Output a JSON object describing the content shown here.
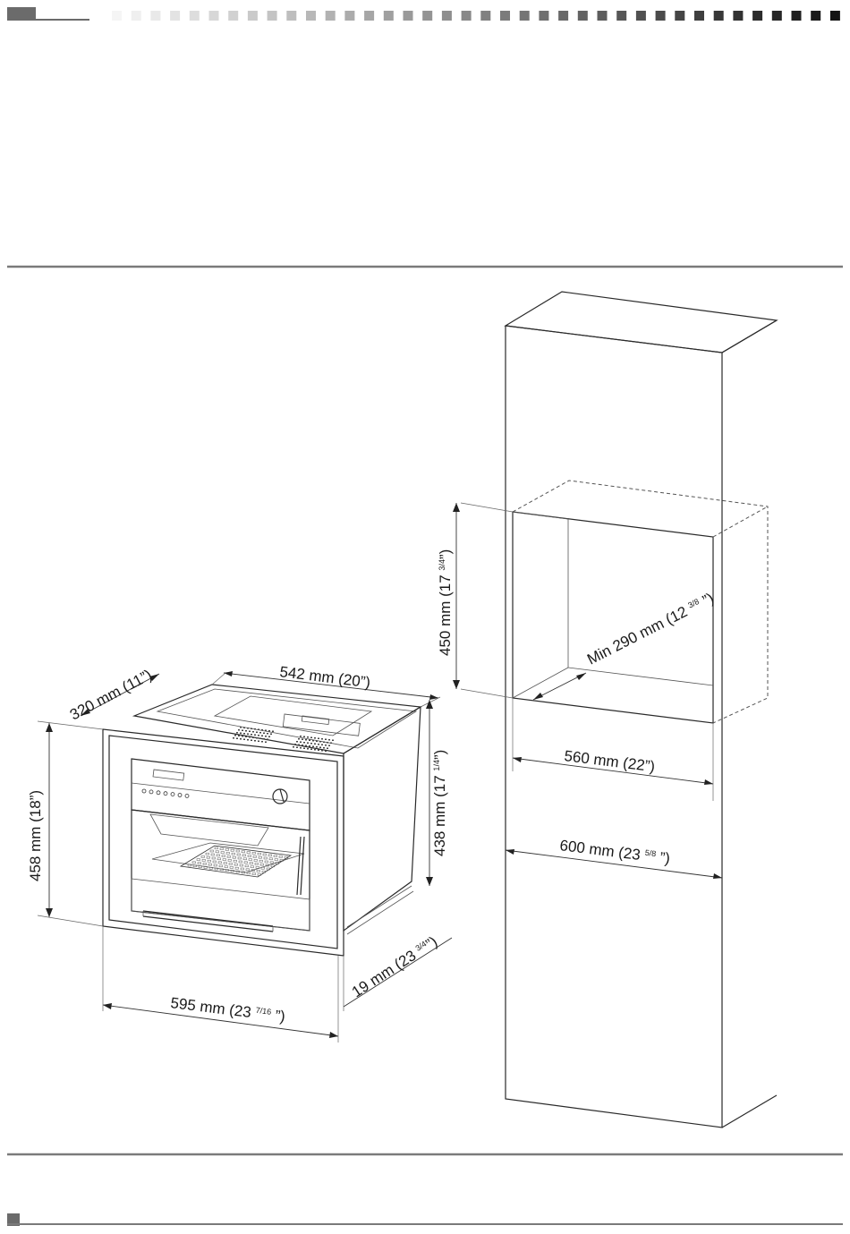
{
  "dimensions": {
    "cabinet_depth": {
      "main": "320 mm (11”)"
    },
    "cabinet_width_top": {
      "main": "542 mm (20”)"
    },
    "front_height": {
      "main": "458 mm (18”)"
    },
    "body_height": {
      "main": "438 mm (17 ",
      "frac": "1/4",
      "tail": "”)"
    },
    "front_width": {
      "main": "595 mm (23 ",
      "frac": "7/16",
      "tail": " ”)"
    },
    "frame_depth": {
      "main": "19 mm (23 ",
      "frac": "3/4",
      "tail": "”)"
    },
    "niche_height": {
      "main": "450 mm (17 ",
      "frac": "3/4",
      "tail": "”)"
    },
    "niche_depth": {
      "main": "Min 290 mm (12 ",
      "frac": "3/8",
      "tail": " ”)"
    },
    "niche_width": {
      "main": "560 mm (22”)"
    },
    "column_width": {
      "main": "600 mm (23 ",
      "frac": "5/8",
      "tail": " ”)"
    }
  },
  "colors": {
    "line": "#2a2a2a",
    "rule": "#7a7a7a",
    "header_block": "#6b6b6b"
  }
}
